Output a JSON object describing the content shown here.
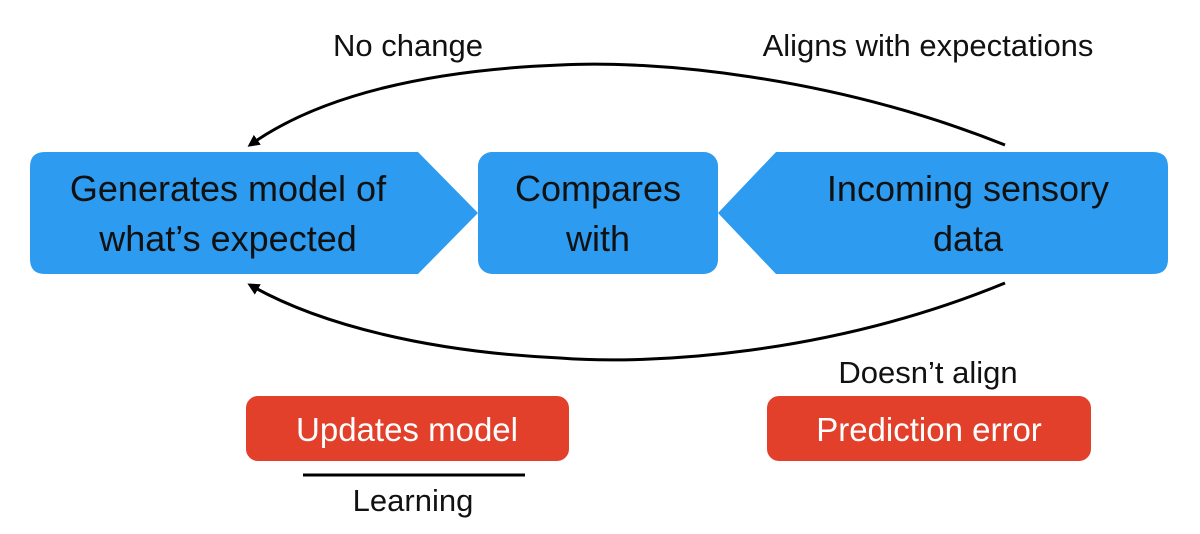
{
  "colors": {
    "box_fill": "#2D9BF0",
    "badge_fill": "#E2402B",
    "line": "#000000",
    "text": "#111111",
    "badge_text": "#ffffff",
    "background": "#ffffff"
  },
  "labels": {
    "top_left": "No change",
    "top_right": "Aligns with expectations",
    "bottom_right": "Doesn’t align",
    "learning": "Learning"
  },
  "boxes": {
    "model": {
      "line1": "Generates model of",
      "line2": "what’s expected"
    },
    "compare": {
      "line1": "Compares",
      "line2": "with"
    },
    "sensory": {
      "line1": "Incoming sensory",
      "line2": "data"
    }
  },
  "badges": {
    "update": "Updates model",
    "error": "Prediction error"
  }
}
